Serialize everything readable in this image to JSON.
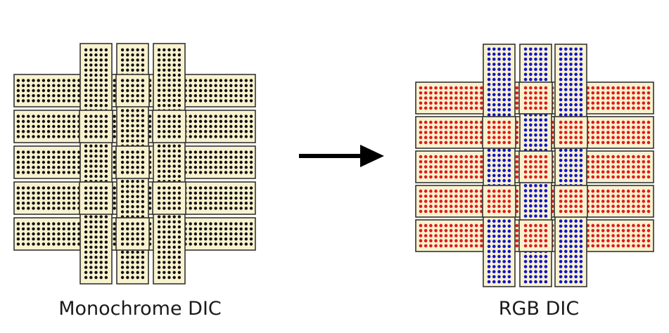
{
  "panels": {
    "left": {
      "caption": "Monochrome DIC",
      "fill": "#f8f2cf",
      "dot_color": "#111111"
    },
    "right": {
      "caption": "RGB DIC",
      "fill": "#f8f2cf",
      "horizontal_dot_color": "#e01b1b",
      "vertical_dot_color": "#1414c8"
    }
  },
  "arrow": {
    "color": "#000000",
    "direction": "right"
  },
  "colors": {
    "outline": "#333333",
    "background": "#ffffff"
  }
}
